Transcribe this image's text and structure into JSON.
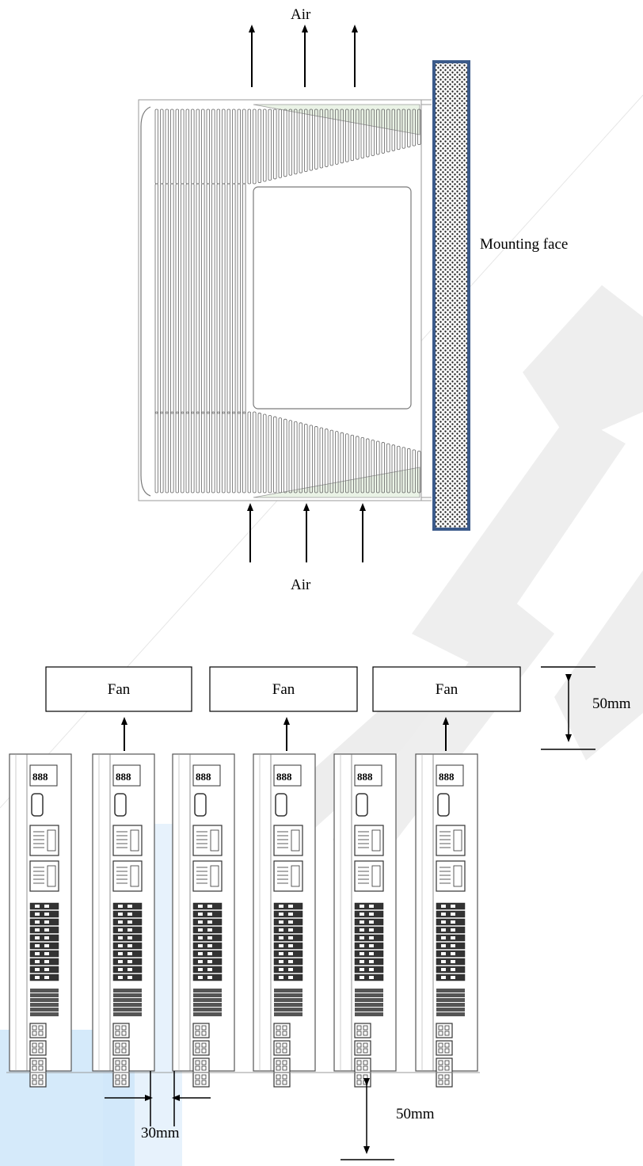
{
  "top_diagram": {
    "air_top_label": "Air",
    "air_bottom_label": "Air",
    "mounting_face_label": "Mounting face"
  },
  "bottom_diagram": {
    "fans": [
      {
        "label": "Fan"
      },
      {
        "label": "Fan"
      },
      {
        "label": "Fan"
      }
    ],
    "fan_clearance_label": "50mm",
    "side_gap_label": "30mm",
    "bottom_clearance_label": "50mm",
    "drive_count": 6,
    "display_digits": "888"
  },
  "colors": {
    "mounting_plate_border": "#3b5a8a",
    "watermark_gray": "#ececec",
    "watermark_blue": "#5aa5e6",
    "heatsink_tint": "#eaf3e6"
  }
}
